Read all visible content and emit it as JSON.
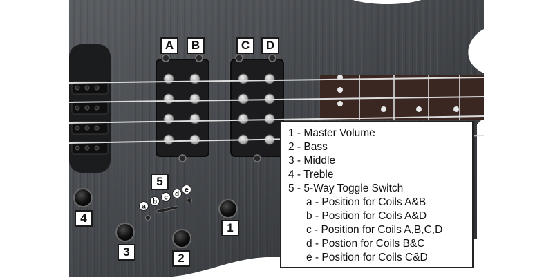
{
  "pickup_labels": [
    "A",
    "B",
    "C",
    "D"
  ],
  "control_labels": [
    "1",
    "2",
    "3",
    "4",
    "5"
  ],
  "switch_position_labels": [
    "a",
    "b",
    "c",
    "d",
    "e"
  ],
  "legend": {
    "items": [
      {
        "num": "1",
        "text": "Master Volume"
      },
      {
        "num": "2",
        "text": "Bass"
      },
      {
        "num": "3",
        "text": "Middle"
      },
      {
        "num": "4",
        "text": "Treble"
      },
      {
        "num": "5",
        "text": "5-Way Toggle Switch"
      }
    ],
    "sub_items": [
      {
        "letter": "a",
        "text": "Position for Coils A&B"
      },
      {
        "letter": "b",
        "text": "Position for Coils A&D"
      },
      {
        "letter": "c",
        "text": "Position for Coils A,B,C,D"
      },
      {
        "letter": "d",
        "text": "Postion for Coils B&C"
      },
      {
        "letter": "e",
        "text": "Position for Coils C&D"
      }
    ]
  },
  "colors": {
    "body": "#4a4d51",
    "body_dark": "#2b2d30",
    "fretboard": "#3a2722",
    "pickup": "#1c1c1e",
    "string": "#d9dadc"
  }
}
